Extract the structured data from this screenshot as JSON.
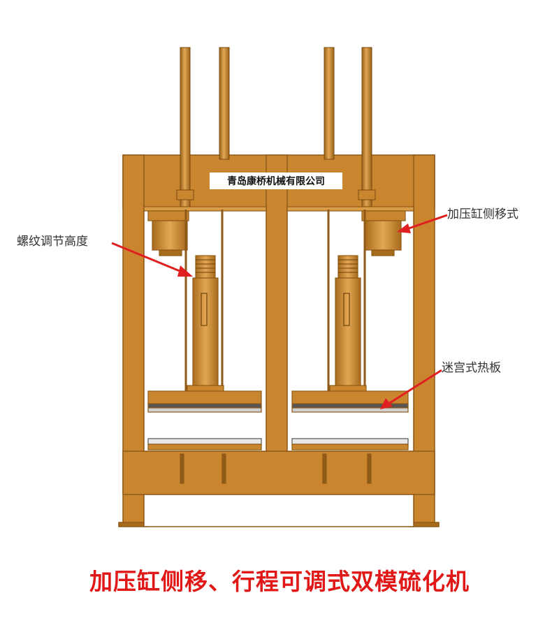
{
  "company_name": "青岛康桥机械有限公司",
  "annotations": {
    "thread_height": "螺纹调节高度",
    "side_cylinder": "加压缸侧移式",
    "maze_plate": "迷宫式热板"
  },
  "main_title": "加压缸侧移、行程可调式双模硫化机",
  "colors": {
    "frame": "#C9862E",
    "frame_dark": "#8F5A17",
    "frame_light": "#E0A550",
    "annotation": "#E02020",
    "title": "#E01818",
    "plate": "#555555"
  }
}
